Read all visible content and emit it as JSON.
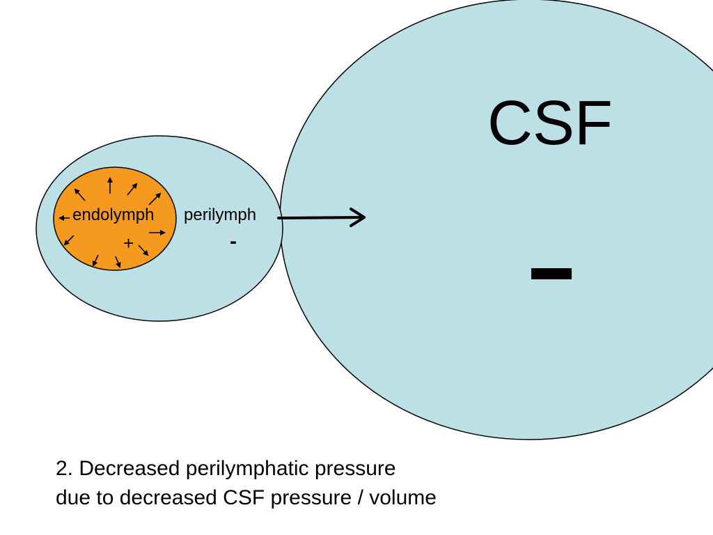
{
  "colors": {
    "fluid_fill": "#bde0e6",
    "endolymph_fill": "#f59a1e",
    "outline": "#000000"
  },
  "labels": {
    "csf": "CSF",
    "csf_sign": "-",
    "endolymph": "endolymph",
    "endolymph_sign": "+",
    "perilymph": "perilymph",
    "perilymph_sign": "-"
  },
  "caption": {
    "line1": "2. Decreased perilymphatic pressure",
    "line2": "due to decreased CSF pressure / volume"
  },
  "icons": {
    "flow_arrow": "arrow-right-icon",
    "pressure_arrows": "outward-arrows-icon"
  }
}
